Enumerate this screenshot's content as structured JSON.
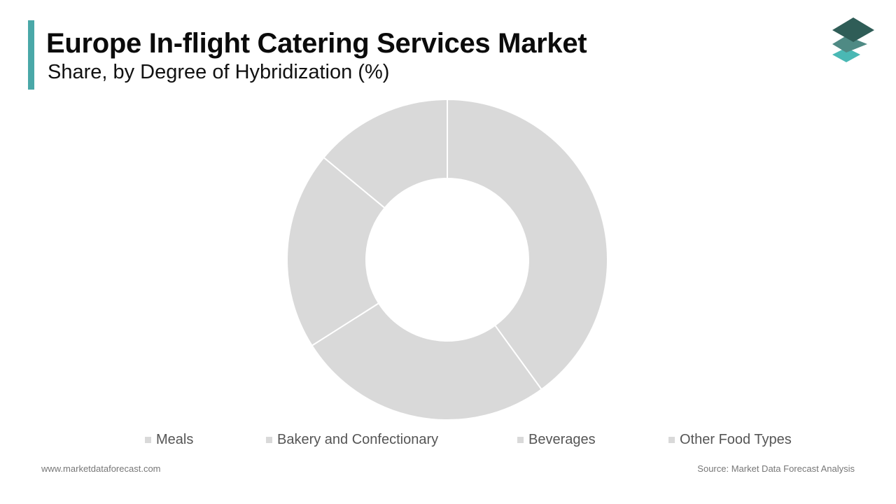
{
  "header": {
    "title": "Europe In-flight Catering Services Market",
    "subtitle": "Share, by Degree of Hybridization (%)"
  },
  "logo": {
    "icon": "stacked-layers-logo",
    "colors": [
      "#2f5d57",
      "#4f8a84",
      "#4ab8b4"
    ]
  },
  "colors": {
    "accent": "#4aa8a8",
    "slice": "#d9d9d9",
    "slice_border": "#ffffff"
  },
  "chart_data": {
    "type": "pie",
    "variant": "donut",
    "title": "Europe In-flight Catering Services Market",
    "subtitle": "Share, by Degree of Hybridization (%)",
    "start_angle_deg": 0,
    "direction": "clockwise",
    "slices": [
      {
        "label": "Meals",
        "value": 40
      },
      {
        "label": "Bakery and Confectionary",
        "value": 26
      },
      {
        "label": "Beverages",
        "value": 20
      },
      {
        "label": "Other Food Types",
        "value": 14
      }
    ],
    "legend_position": "bottom",
    "data_labels_shown": false
  },
  "footer": {
    "website": "www.marketdataforecast.com",
    "source": "Source: Market Data Forecast Analysis"
  }
}
